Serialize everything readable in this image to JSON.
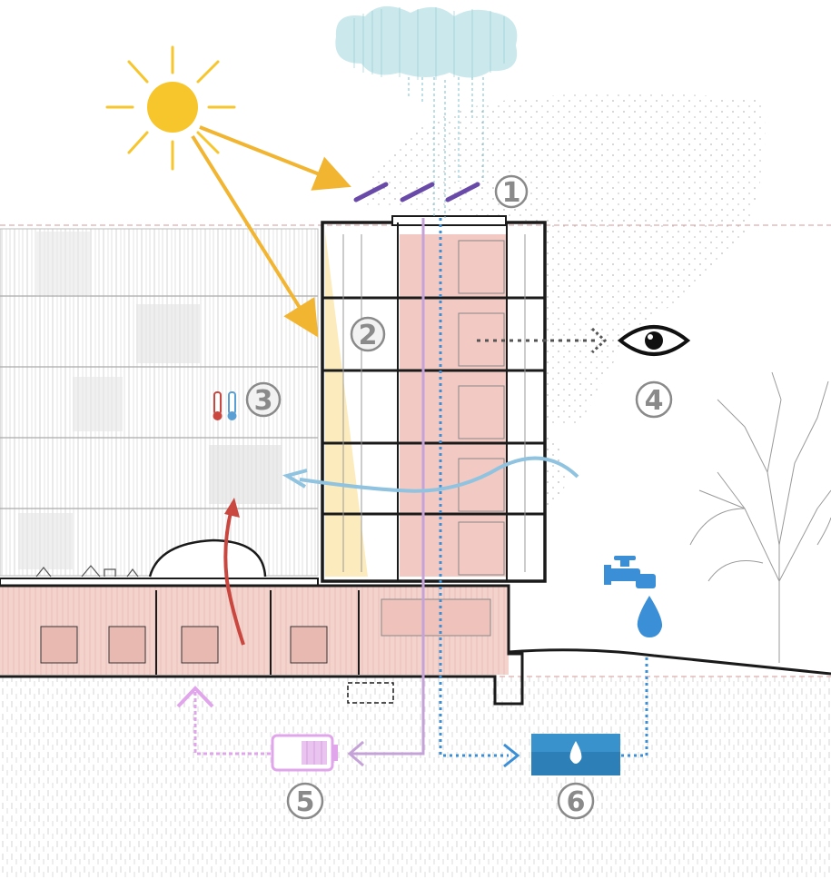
{
  "markers": [
    {
      "label": "1",
      "meaning": "solar-shading-panels"
    },
    {
      "label": "2",
      "meaning": "daylight-atrium"
    },
    {
      "label": "3",
      "meaning": "thermal-comfort"
    },
    {
      "label": "4",
      "meaning": "views"
    },
    {
      "label": "5",
      "meaning": "energy-storage"
    },
    {
      "label": "6",
      "meaning": "water-storage"
    }
  ],
  "icons": [
    "sun-icon",
    "cloud-icon",
    "eye-icon",
    "thermometer-icon",
    "water-tap-icon",
    "water-drop-icon",
    "battery-icon",
    "water-tank-icon",
    "tree-icon"
  ],
  "colors": {
    "sun": "#f7c52c",
    "solar_ray": "#f2b532",
    "panel": "#6a4aa8",
    "cloud": "#8fcfd6",
    "rain": "#7bbfd0",
    "floor_fill": "#f2c9c3",
    "atrium_light": "#fbe8b0",
    "energy_line": "#c5a3d8",
    "energy_arrow": "#e1a5ec",
    "water_line": "#3a8fd6",
    "water_tank": "#2d7fb8",
    "air_flow": "#8fc3e0",
    "heat_flow": "#c9473f",
    "view_line": "#555555",
    "number_circle": "#8a8a8a",
    "structure": "#1a1a1a"
  }
}
